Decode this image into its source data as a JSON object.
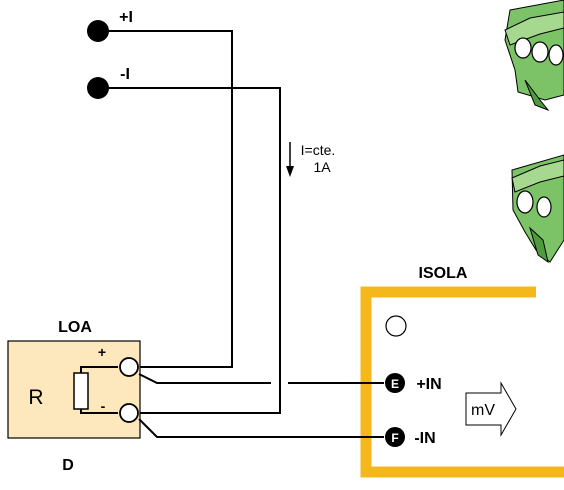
{
  "terminals": {
    "plus_current": "+I",
    "minus_current": "-I"
  },
  "current_annotation": {
    "line1": "I=cte.",
    "line2": "1A"
  },
  "isola": {
    "title": "ISOLA",
    "input_plus_letter": "E",
    "input_plus_label": "+IN",
    "input_minus_letter": "F",
    "input_minus_label": "-IN",
    "meter_label": "mV"
  },
  "loa": {
    "title": "LOA",
    "resistor_label": "R",
    "plus_sign": "+",
    "minus_sign": "-",
    "footer_label": "D"
  },
  "colors": {
    "isola_border": "#f5b81c",
    "loa_fill": "#fde8bd",
    "connector_green": "#7cc267",
    "wire": "#000000"
  }
}
